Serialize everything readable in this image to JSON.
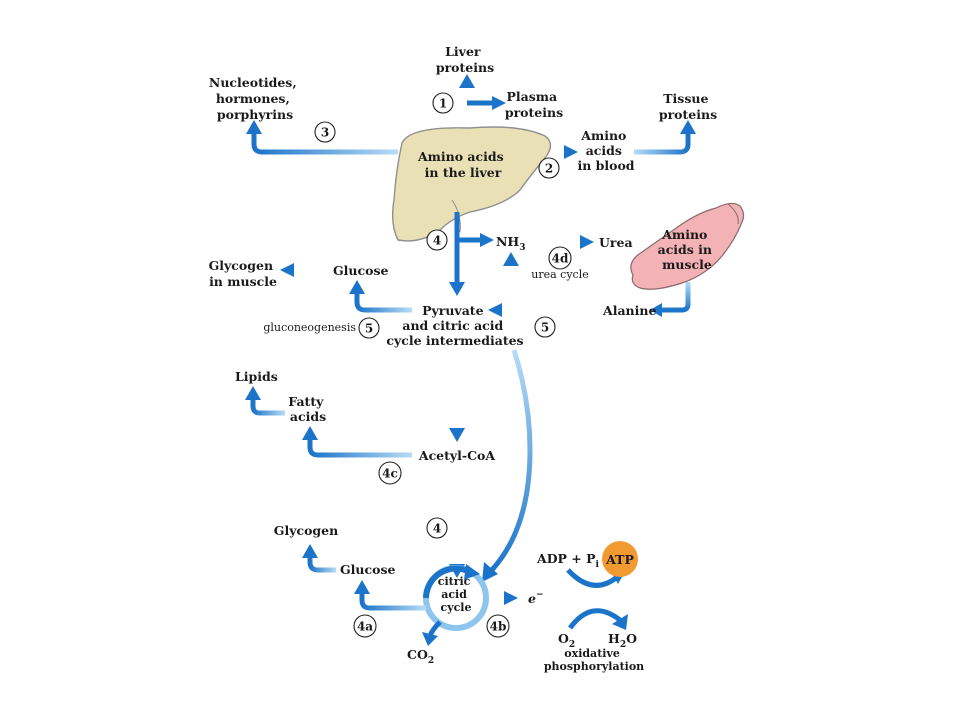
{
  "nodes": {
    "liver_proteins": [
      "Liver",
      "proteins"
    ],
    "plasma_proteins": [
      "Plasma",
      "proteins"
    ],
    "nucleotides": [
      "Nucleotides,",
      "hormones,",
      "porphyrins"
    ],
    "tissue_proteins": [
      "Tissue",
      "proteins"
    ],
    "amino_acids_blood": [
      "Amino",
      "acids",
      "in blood"
    ],
    "amino_acids_liver": [
      "Amino acids",
      "in the liver"
    ],
    "nh3": "NH",
    "nh3_sub": "3",
    "urea": "Urea",
    "urea_cycle": "urea cycle",
    "amino_acids_muscle": [
      "Amino",
      "acids in",
      "muscle"
    ],
    "glycogen_muscle": [
      "Glycogen",
      "in muscle"
    ],
    "glucose_top": "Glucose",
    "pyruvate": [
      "Pyruvate",
      "and citric acid",
      "cycle intermediates"
    ],
    "alanine": "Alanine",
    "gluconeogenesis": "gluconeogenesis",
    "lipids": "Lipids",
    "fatty_acids": [
      "Fatty",
      "acids"
    ],
    "acetyl_coa": "Acetyl-CoA",
    "glycogen_bottom": "Glycogen",
    "glucose_bottom": "Glucose",
    "citric_acid_cycle": [
      "citric",
      "acid",
      "cycle"
    ],
    "electron": "e",
    "electron_sup": "−",
    "adp_pi": "ADP + P",
    "adp_pi_sub": "i",
    "atp": "ATP",
    "co2": "CO",
    "co2_sub": "2",
    "o2": "O",
    "o2_sub": "2",
    "h2o_h": "H",
    "h2o_sub": "2",
    "h2o_o": "O",
    "oxidative_phosphorylation": [
      "oxidative",
      "phosphorylation"
    ]
  },
  "step_labels": {
    "s1": "1",
    "s2": "2",
    "s3": "3",
    "s4_top": "4",
    "s4d": "4d",
    "s5_left": "5",
    "s5_right": "5",
    "s4c": "4c",
    "s4_bottom": "4",
    "s4a": "4a",
    "s4b": "4b"
  },
  "colors": {
    "arrow": "#1b74c9",
    "arrow_light": "#a9d4f3",
    "liver": "#e9e1b5",
    "muscle": "#f3b2b5",
    "atp": "#f29a32"
  }
}
